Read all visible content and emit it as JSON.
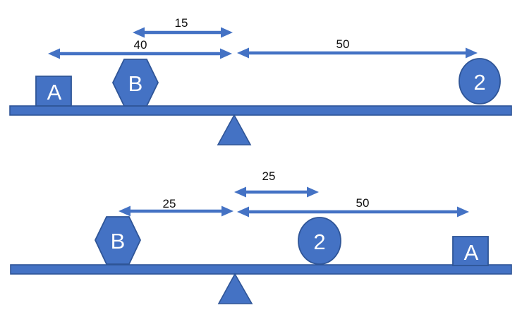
{
  "figure": {
    "type": "balance-lever-diagrams",
    "colors": {
      "shape_fill": "#4472c4",
      "shape_border": "#2f5597",
      "arrow": "#4472c4",
      "dimension_text": "#0d0d0d",
      "shape_label_text": "#ffffff",
      "background": "#ffffff"
    },
    "top_diagram": {
      "dimension_inner_left": "15",
      "dimension_outer_left": "40",
      "dimension_right": "50",
      "square_label": "A",
      "hexagon_label": "B",
      "circle_label": "2"
    },
    "bottom_diagram": {
      "dimension_left": "25",
      "dimension_inner_right": "25",
      "dimension_outer_right": "50",
      "hexagon_label": "B",
      "circle_label": "2",
      "square_label": "A"
    }
  }
}
